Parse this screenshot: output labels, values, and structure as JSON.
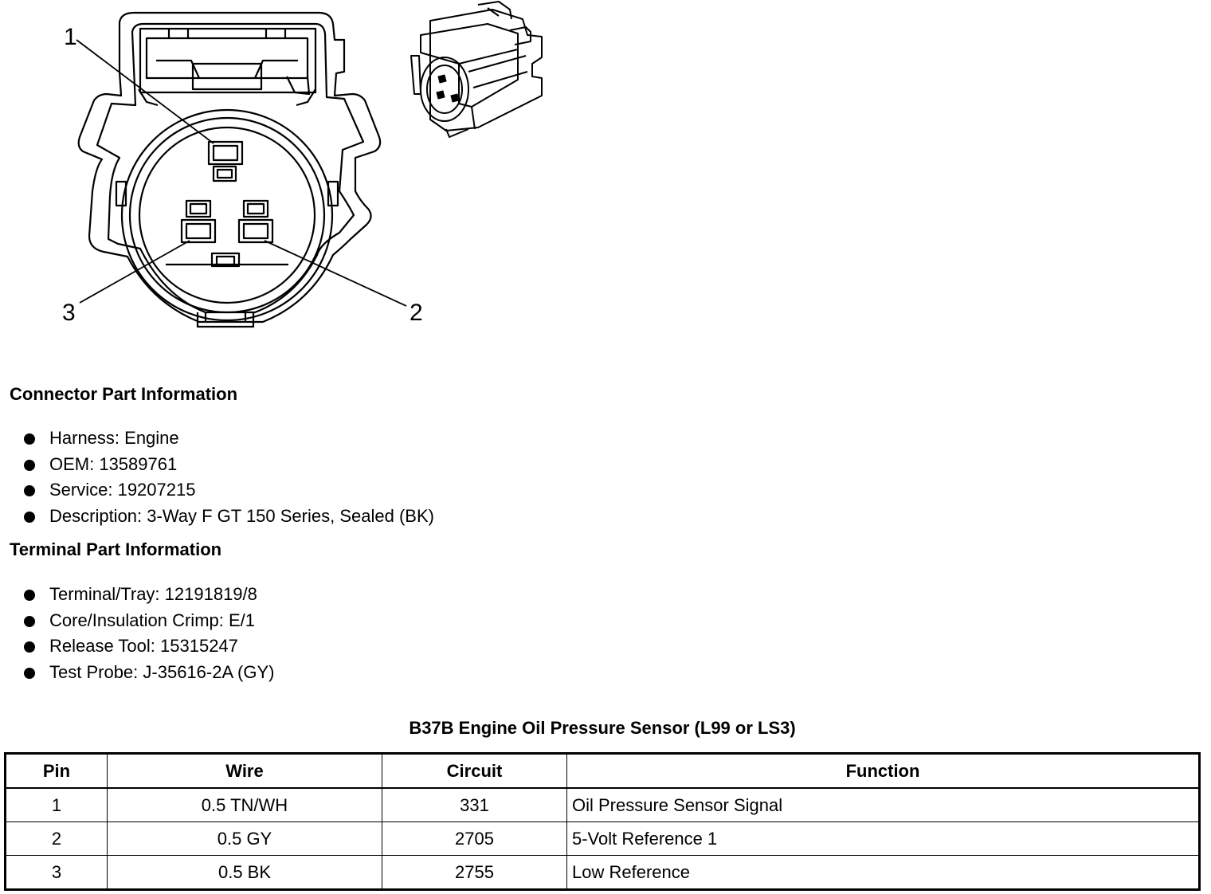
{
  "figure": {
    "callouts": [
      "1",
      "2",
      "3"
    ]
  },
  "connector_section": {
    "heading": "Connector Part Information",
    "items": [
      "Harness: Engine",
      "OEM: 13589761",
      "Service: 19207215",
      "Description: 3-Way F GT 150 Series, Sealed (BK)"
    ]
  },
  "terminal_section": {
    "heading": "Terminal Part Information",
    "items": [
      "Terminal/Tray: 12191819/8",
      "Core/Insulation Crimp: E/1",
      "Release Tool: 15315247",
      "Test Probe: J-35616-2A (GY)"
    ]
  },
  "pin_table": {
    "title": "B37B Engine Oil Pressure Sensor (L99 or LS3)",
    "headers": [
      "Pin",
      "Wire",
      "Circuit",
      "Function"
    ],
    "rows": [
      [
        "1",
        "0.5 TN/WH",
        "331",
        "Oil Pressure Sensor Signal"
      ],
      [
        "2",
        "0.5 GY",
        "2705",
        "5-Volt Reference 1"
      ],
      [
        "3",
        "0.5 BK",
        "2755",
        "Low Reference"
      ]
    ]
  }
}
